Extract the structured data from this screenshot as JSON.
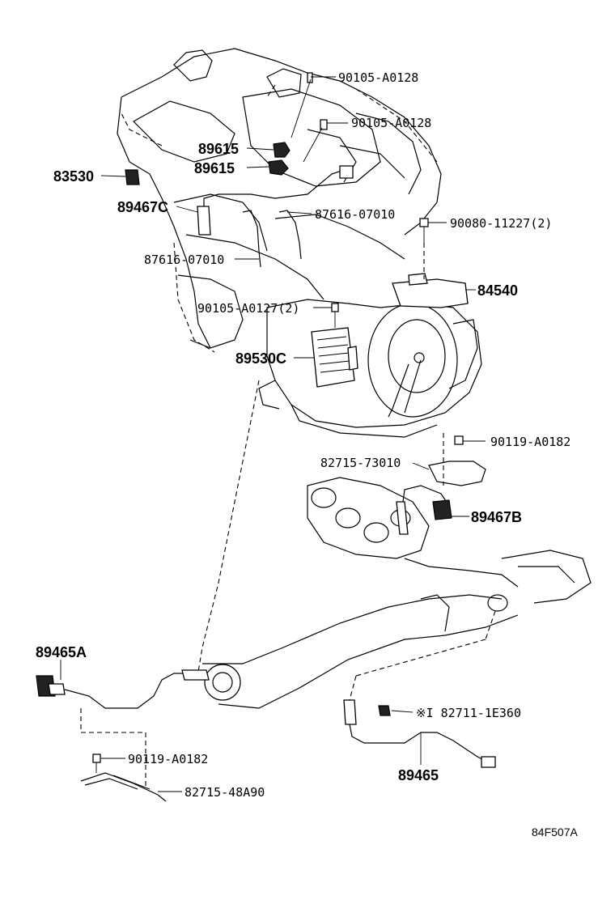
{
  "parts": {
    "p_90105_a0128_top": "90105-A0128",
    "p_90105_a0128_mid": "90105-A0128",
    "p_89615_top": "89615",
    "p_89615_bottom": "89615",
    "p_83530": "83530",
    "p_89467c": "89467C",
    "p_87616_07010_right": "87616-07010",
    "p_90080_11227": "90080-11227(2)",
    "p_87616_07010_left": "87616-07010",
    "p_84540": "84540",
    "p_90105_a0127": "90105-A0127(2)",
    "p_89530c": "89530C",
    "p_90119_a0182_right": "90119-A0182",
    "p_82715_73010": "82715-73010",
    "p_89467b": "89467B",
    "p_89465a": "89465A",
    "p_82711_1e360": "※I 82711-1E360",
    "p_89465": "89465",
    "p_90119_a0182_left": "90119-A0182",
    "p_82715_48a90": "82715-48A90"
  },
  "diagram_code": "84F507A"
}
